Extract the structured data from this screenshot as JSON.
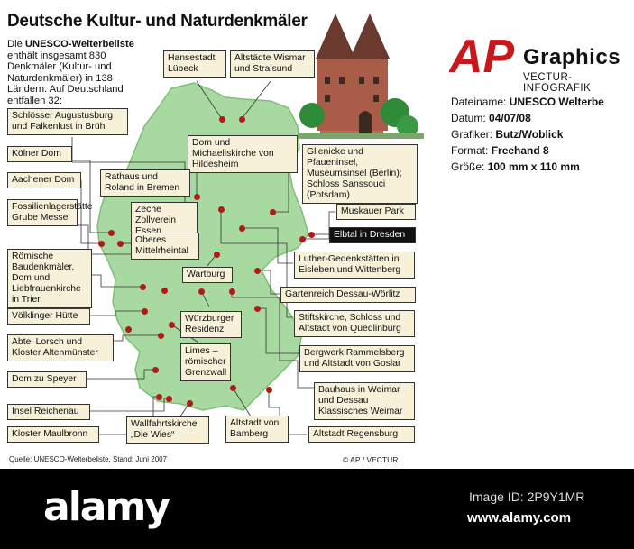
{
  "title": "Deutsche Kultur- und Naturdenkmäler",
  "intro": {
    "prefix": "Die ",
    "bold": "UNESCO-Welterbeliste",
    "rest": " enthält insgesamt 830 Denkmäler (Kultur- und Naturdenkmäler) in 138 Ländern. Auf Deutschland entfallen 32:"
  },
  "sites": [
    "Hansestadt Lübeck",
    "Altstädte Wismar und Stralsund",
    "Schlösser Augustusburg und Falkenlust in Brühl",
    "Kölner Dom",
    "Dom und Michaeliskirche von Hildesheim",
    "Glienicke und Pfaueninsel, Museumsinsel (Berlin); Schloss Sanssouci (Potsdam)",
    "Rathaus und Roland in Bremen",
    "Aachener Dom",
    "Zeche Zollverein Essen",
    "Muskauer Park",
    "Fossilienlagerstätte Grube Messel",
    "Elbtal in Dresden",
    "Oberes Mittelrheintal",
    "Römische Baudenkmäler, Dom und Liebfrauenkirche in Trier",
    "Luther-Gedenkstätten in Eisleben und Wittenberg",
    "Wartburg",
    "Gartenreich Dessau-Wörlitz",
    "Völklinger Hütte",
    "Stiftskirche, Schloss und Altstadt von Quedlinburg",
    "Würzburger Residenz",
    "Abtei Lorsch und Kloster Altenmünster",
    "Bergwerk Rammelsberg und Altstadt von Goslar",
    "Limes – römischer Grenzwall",
    "Dom zu Speyer",
    "Bauhaus in Weimar und Dessau Klassisches Weimar",
    "Insel Reichenau",
    "Wallfahrtskirche „Die Wies“",
    "Altstadt von Bamberg",
    "Kloster Maulbronn",
    "Altstadt Regensburg"
  ],
  "source": "Quelle: UNESCO-Welterbeliste, Stand: Juni 2007",
  "credit": "© AP / VECTUR",
  "brand": {
    "logo": "AP",
    "graphics": "Graphics",
    "sub": "VECTUR-INFOGRAFIK"
  },
  "meta": {
    "file_label": "Dateiname:",
    "file_value": "UNESCO Welterbe",
    "date_label": "Datum:",
    "date_value": "04/07/08",
    "graphic_label": "Grafiker:",
    "graphic_value": "Butz/Woblick",
    "format_label": "Format:",
    "format_value": "Freehand 8",
    "size_label": "Größe:",
    "size_value": "100 mm x 110 mm"
  },
  "watermark": {
    "logo": "alamy",
    "image_id": "Image ID: 2P9Y1MR",
    "url": "www.alamy.com"
  },
  "colors": {
    "map": "#a8d9a0",
    "dot": "#b21a1a",
    "label_bg": "#f6f1d8",
    "brand_red": "#c8181b",
    "footer": "#000000"
  }
}
